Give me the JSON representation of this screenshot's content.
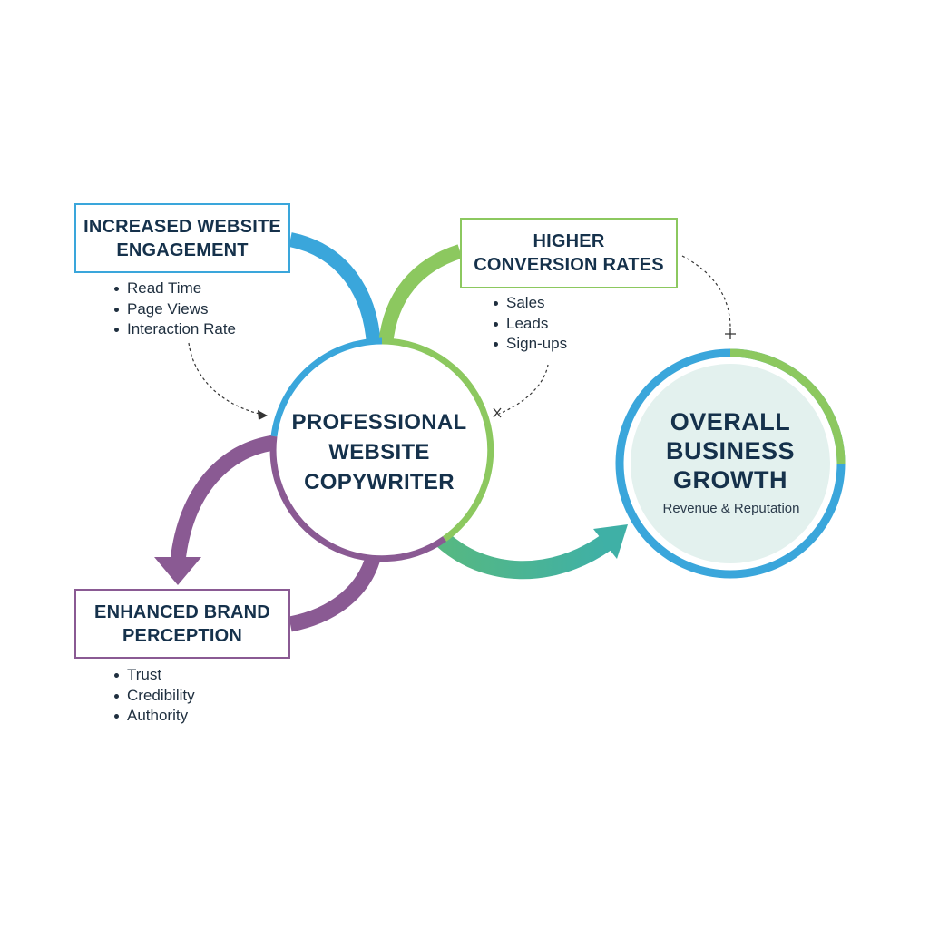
{
  "colors": {
    "engagement": "#3aa6db",
    "conversion": "#8cc85f",
    "brand": "#8a5a93",
    "growth_arrow": "#4bb59a",
    "text": "#15314b",
    "growth_fill": "#e3f1ee"
  },
  "core": {
    "lines": [
      "PROFESSIONAL",
      "WEBSITE",
      "COPYWRITER"
    ]
  },
  "engagement": {
    "title_lines": [
      "INCREASED WEBSITE",
      "ENGAGEMENT"
    ],
    "items": [
      "Read Time",
      "Page Views",
      "Interaction Rate"
    ]
  },
  "conversion": {
    "title_lines": [
      "HIGHER",
      "CONVERSION RATES"
    ],
    "items": [
      "Sales",
      "Leads",
      "Sign-ups"
    ]
  },
  "brand": {
    "title_lines": [
      "ENHANCED BRAND",
      "PERCEPTION"
    ],
    "items": [
      "Trust",
      "Credibility",
      "Authority"
    ]
  },
  "growth": {
    "lines": [
      "OVERALL",
      "BUSINESS",
      "GROWTH"
    ],
    "subtitle": "Revenue & Reputation"
  }
}
